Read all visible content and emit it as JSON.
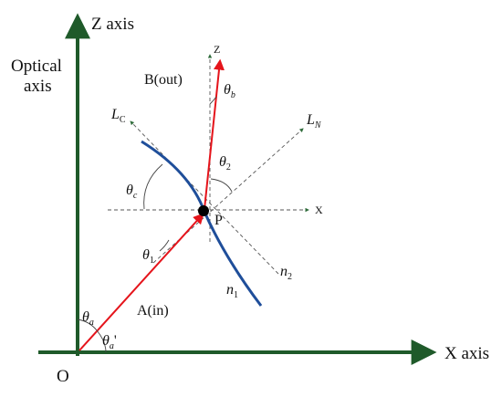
{
  "labels": {
    "z_axis": "Z axis",
    "optical_1": "Optical",
    "optical_2": "axis",
    "x_axis": "X axis",
    "origin": "O",
    "local_z": "Z",
    "local_x": "X",
    "point_p": "P",
    "b_out": "B(out)",
    "a_in": "A(in)",
    "lc": {
      "main": "L",
      "sub": "C"
    },
    "ln": {
      "main": "L",
      "sub": "N"
    },
    "theta_a": {
      "main": "θ",
      "sub": "a"
    },
    "theta_a_prime": {
      "main": "θ",
      "sub": "a",
      "suffix": "'"
    },
    "theta_1": {
      "main": "θ",
      "sub": "1"
    },
    "theta_2": {
      "main": "θ",
      "sub": "2"
    },
    "theta_b": {
      "main": "θ",
      "sub": "b"
    },
    "theta_c": {
      "main": "θ",
      "sub": "c"
    },
    "n1": {
      "main": "n",
      "sub": "1"
    },
    "n2": {
      "main": "n",
      "sub": "2"
    }
  },
  "colors": {
    "axes": "#1f5a2a",
    "ray": "#e5141b",
    "curve": "#1f4e9a",
    "guide": "#555555",
    "point": "#000000"
  }
}
